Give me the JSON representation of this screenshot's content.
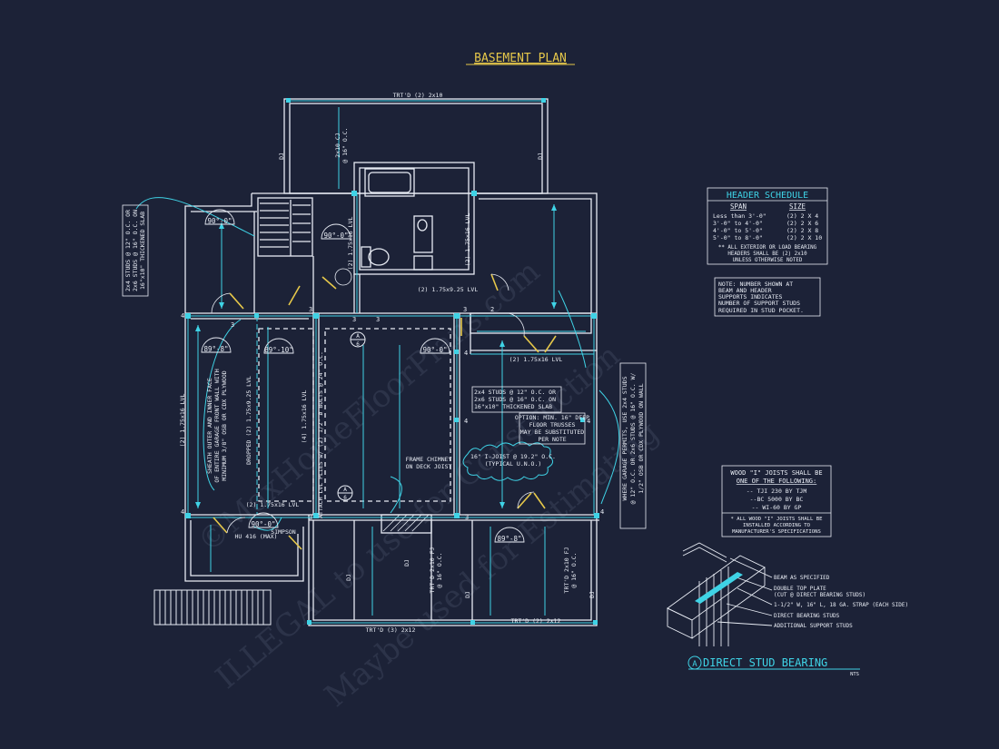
{
  "title": "BASEMENT PLAN",
  "labels": {
    "top_beam": "TRT'D (2) 2x10",
    "bottom_beam_left": "TRT'D (3) 2x12",
    "bottom_beam_right": "TRT'D (2) 2x12",
    "left_studs": [
      "2x4 STUDS @ 12\" O.C. OR",
      "2x6 STUDS @ 16\" O.C. ON",
      "16\"x10\" THICKENED SLAB"
    ],
    "mid_studs": [
      "2x4 STUDS @ 12\" O.C. OR",
      "2x6 STUDS @ 16\" O.C. ON",
      "16\"x10\" THICKENED SLAB"
    ],
    "option_note": [
      "OPTION: MIN. 16\" DEEP",
      "FLOOR TRUSSES",
      "MAY BE SUBSTITUTED",
      "PER NOTE"
    ],
    "ijoist": [
      "16\" I-JOIST @ 19.2\" O.C.",
      "(TYPICAL U.N.O.)"
    ],
    "chimney": [
      "FRAME CHIMNEY",
      "ON DECK JOIST"
    ],
    "simpson": [
      "SIMPSON",
      "HU 416 (MAX)"
    ],
    "right_garage": [
      "WHERE GARAGE PERMITS, USE 2x4 STUDS",
      "@ 12\" O.C. OR 2x6 STUDS @ 16\" O.C. W/",
      "1/2\" OSB OR CDX PLYWOOD ON WALL"
    ],
    "left_wall_note": [
      "SHEATH OUTER AND INNER FACE",
      "OF ENTIRE GARAGE FRONT WALL WITH",
      "MINIMUM 3/8\" OSB OR CDX PLYWOOD"
    ],
    "lvl_1": "(2) 1.75x16 LVL",
    "lvl_2": "(2) 1.75x16 LVL",
    "lvl_3": "(2) 1.75x16 LVL",
    "lvl_4": "(2) 1.75x16 LVL",
    "lvl_5": "(2) 1.75x16 LVL",
    "dropped": "DROPPED (2) 1.75x9.25 LVL",
    "lvl_6": "(4) 1.75x16 LVL",
    "attach": "ATTACH LVL PLIES w/ (2) 1/2\" ø BOLTS @ 24\" O.C.",
    "lvl_7": "(2) 1.75x9.25 LVL",
    "joist_top": [
      "2x10 CJ",
      "@ 16\" O.C."
    ],
    "trtd_right": [
      "TRT'D 2x10 FJ",
      "@ 16\" O.C."
    ],
    "trtd_mid": [
      "TRT'D 2x10 FJ",
      "@ 16\" O.C."
    ],
    "dj": "DJ",
    "angles": [
      "90°-0\"",
      "90°-0\"",
      "89°-8\"",
      "89°-10\"",
      "90°-0\"",
      "90°-0\"",
      "89°-8\""
    ],
    "section_a": "A",
    "section_num": "6",
    "nums": [
      "2",
      "3",
      "3",
      "3",
      "3",
      "3",
      "4",
      "4",
      "4",
      "4",
      "4",
      "4",
      "3",
      "3"
    ]
  },
  "header_schedule": {
    "title": "HEADER SCHEDULE",
    "col_span": "SPAN",
    "col_size": "SIZE",
    "rows": [
      {
        "span": "Less than 3'-0\"",
        "size": "(2) 2 X 4"
      },
      {
        "span": "3'-0\" to 4'-0\"",
        "size": "(2) 2 X 6"
      },
      {
        "span": "4'-0\" to 5'-0\"",
        "size": "(2) 2 X 8"
      },
      {
        "span": "5'-0\" to 8'-0\"",
        "size": "(2) 2 X 10"
      }
    ],
    "note": [
      "** ALL EXTERIOR OR LOAD BEARING",
      "HEADERS SHALL BE (2) 2x10",
      "UNLESS OTHERWISE NOTED"
    ]
  },
  "beam_note": [
    "NOTE: NUMBER SHOWN AT",
    "BEAM AND HEADER",
    "SUPPORTS INDICATES",
    "NUMBER OF SUPPORT STUDS",
    "REQUIRED IN STUD POCKET."
  ],
  "joist_note": {
    "lines": [
      "WOOD \"I\" JOISTS SHALL BE",
      "ONE OF THE FOLLOWING:"
    ],
    "options": [
      "-- TJI 230 BY TJM",
      "--BC 5000 BY BC",
      "-- WI-60 BY GP"
    ],
    "footer": [
      "* ALL WOOD \"I\" JOISTS SHALL BE",
      "INSTALLED ACCORDING TO",
      "MANUFACTURER'S SPECIFICATIONS"
    ]
  },
  "detail": {
    "callouts": [
      "BEAM AS SPECIFIED",
      "DOUBLE TOP PLATE",
      "(CUT @ DIRECT BEARING STUDS)",
      "1-1/2\" W, 16\" L, 18 GA. STRAP (EACH SIDE)",
      "DIRECT BEARING STUDS",
      "ADDITIONAL SUPPORT STUDS"
    ],
    "tag": "A",
    "title": "DIRECT STUD BEARING",
    "scale": "NTS"
  },
  "watermark": [
    "©MaxHomeFloorPlans.com",
    "ILLEGAL to use for Construction",
    "Maybe used for Estimating"
  ],
  "colors": {
    "background": "#1c2237",
    "line": "#e8ecf4",
    "cyan": "#3fd3e6",
    "yellow": "#e6c84a"
  }
}
